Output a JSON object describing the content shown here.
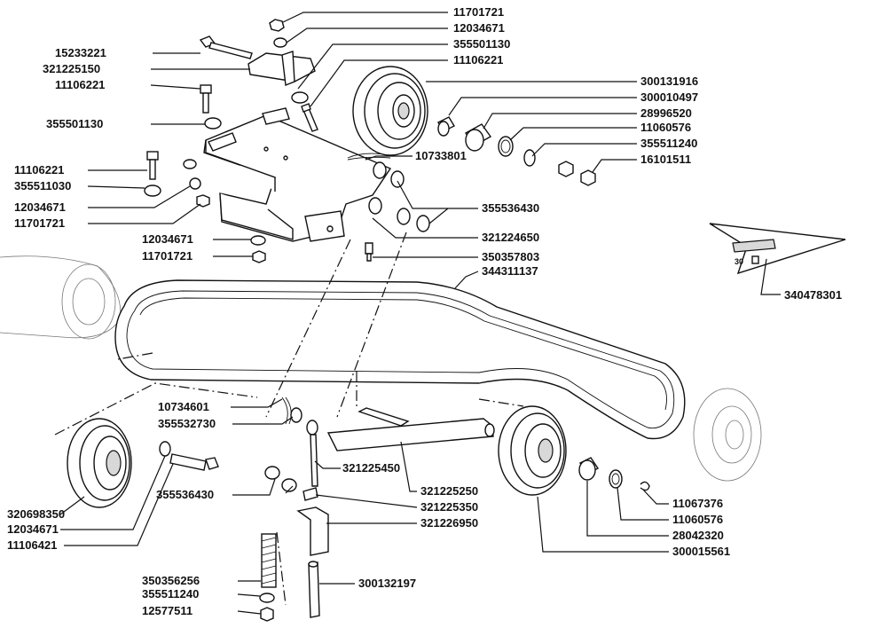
{
  "parts": {
    "p11701721_top": "11701721",
    "p12034671_top": "12034671",
    "p15233221": "15233221",
    "p355501130_top": "355501130",
    "p11106221_top_right": "11106221",
    "p321225150": "321225150",
    "p11106221_left": "11106221",
    "p355501130_left": "355501130",
    "p300131916": "300131916",
    "p300010497": "300010497",
    "p28996520": "28996520",
    "p11060576_top": "11060576",
    "p355511240_top": "355511240",
    "p16101511": "16101511",
    "p10733801": "10733801",
    "p11106221_mid": "11106221",
    "p355511030": "355511030",
    "p12034671_mid": "12034671",
    "p11701721_mid": "11701721",
    "p355536430_top": "355536430",
    "p12034671_low": "12034671",
    "p321224650": "321224650",
    "p11701721_low": "11701721",
    "p350357803": "350357803",
    "p344311137": "344311137",
    "p340478301": "340478301",
    "p10734601": "10734601",
    "p355532730": "355532730",
    "p321225450": "321225450",
    "p355536430_low": "355536430",
    "p321225250": "321225250",
    "p321225350": "321225350",
    "p321226950": "321226950",
    "p320698350": "320698350",
    "p12034671_bottom": "12034671",
    "p11106421": "11106421",
    "p11067376": "11067376",
    "p11060576_low": "11060576",
    "p28042320": "28042320",
    "p300015561": "300015561",
    "p350356256": "350356256",
    "p355511240_low": "355511240",
    "p12577511": "12577511",
    "p300132197": "300132197"
  },
  "tool_marker": {
    "quantity": "30"
  }
}
